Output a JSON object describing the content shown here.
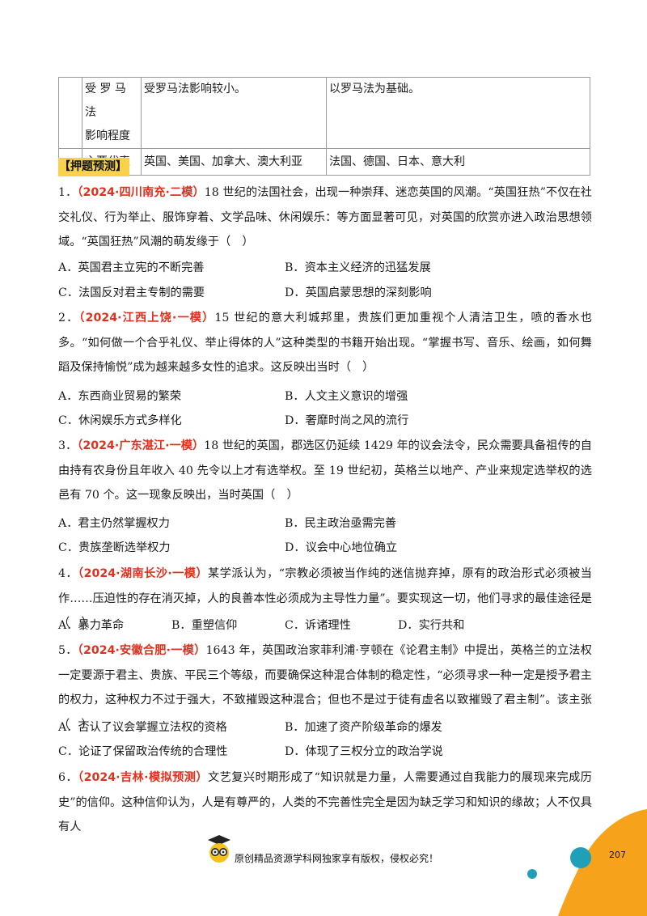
{
  "table": {
    "row1": {
      "label_line1": "受 罗 马 法",
      "label_line2": "影响程度",
      "col_a": "受罗马法影响较小。",
      "col_b": "以罗马法为基础。"
    },
    "row2": {
      "label": "主要代表",
      "col_a": "英国、美国、加拿大、澳大利亚",
      "col_b": "法国、德国、日本、意大利"
    }
  },
  "section_tag": "【押题预测】",
  "questions": [
    {
      "num": "1．",
      "source": "（2024·四川南充·二模）",
      "stem": "18 世纪的法国社会，出现一种崇拜、迷恋英国的风潮。“英国狂热”不仅在社交礼仪、行为举止、服饰穿着、文学品味、休闲娱乐：等方面显著可见，对英国的欣赏亦进入政治思想领域。“英国狂热”风潮的萌发缘于（　）",
      "options": [
        "A．英国君主立宪的不断完善",
        "B．资本主义经济的迅猛发展",
        "C．法国反对君主专制的需要",
        "D．英国启蒙思想的深刻影响"
      ]
    },
    {
      "num": "2．",
      "source": "（2024·江西上饶·一模）",
      "stem": "15 世纪的意大利城邦里，贵族们更加重视个人清洁卫生，喷的香水也多。“如何做一个合乎礼仪、举止得体的人”这种类型的书籍开始出现。“掌握书写、音乐、绘画，如何舞蹈及保持愉悦”成为越来越多女性的追求。这反映出当时（　）",
      "options": [
        "A．东西商业贸易的繁荣",
        "B．人文主义意识的增强",
        "C．休闲娱乐方式多样化",
        "D．奢靡时尚之风的流行"
      ]
    },
    {
      "num": "3．",
      "source": "（2024·广东湛江·一模）",
      "stem": "18 世纪的英国，郡选区仍延续 1429 年的议会法令，民众需要具备祖传的自由持有农身份且年收入 40 先令以上才有选举权。至 19 世纪初，英格兰以地产、产业来规定选举权的选邑有 70 个。这一现象反映出，当时英国（　）",
      "options": [
        "A．君主仍然掌握权力",
        "B．民主政治亟需完善",
        "C．贵族垄断选举权力",
        "D．议会中心地位确立"
      ]
    },
    {
      "num": "4．",
      "source": "（2024·湖南长沙·一模）",
      "stem": "某学派认为，“宗教必须被当作纯的迷信抛弃掉，原有的政治形式必须被当作……压迫性的存在消灭掉，人的良善本性必须成为主导性力量”。要实现这一切，他们寻求的最佳途径是（　）",
      "options": [
        "A．暴力革命",
        "B．重塑信仰",
        "C．诉诸理性",
        "D．实行共和"
      ]
    },
    {
      "num": "5．",
      "source": "（2024·安徽合肥·一模）",
      "stem": "1643 年，英国政治家菲利浦·亨顿在《论君主制》中提出，英格兰的立法权一定要源于君主、贵族、平民三个等级，而要确保这种混合体制的稳定性，“必须寻求一种一定是授予君主的权力，这种权力不过于强大，不致摧毁这种混合；但也不是过于徒有虚名以致摧毁了君主制”。该主张（　）",
      "options": [
        "A．否认了议会掌握立法权的资格",
        "B．加速了资产阶级革命的爆发",
        "C．论证了保留政治传统的合理性",
        "D．体现了三权分立的政治学说"
      ]
    },
    {
      "num": "6．",
      "source": "（2024·吉林·模拟预测）",
      "stem": "文艺复兴时期形成了“知识就是力量，人需要通过自我能力的展现来完成历史”的信仰。这种信仰认为，人是有尊严的，人类的不完善性完全是因为缺乏学习和知识的缘故；人不仅具有人",
      "options": []
    }
  ],
  "footer": {
    "copyright": "原创精品资源学科网独家享有版权，侵权必究！",
    "page_number": "207"
  },
  "colors": {
    "source_red": "#e0301e",
    "tag_yellow": "#f7d24a",
    "corner_orange": "#f7a21b",
    "dot_teal": "#1f9fb8"
  }
}
